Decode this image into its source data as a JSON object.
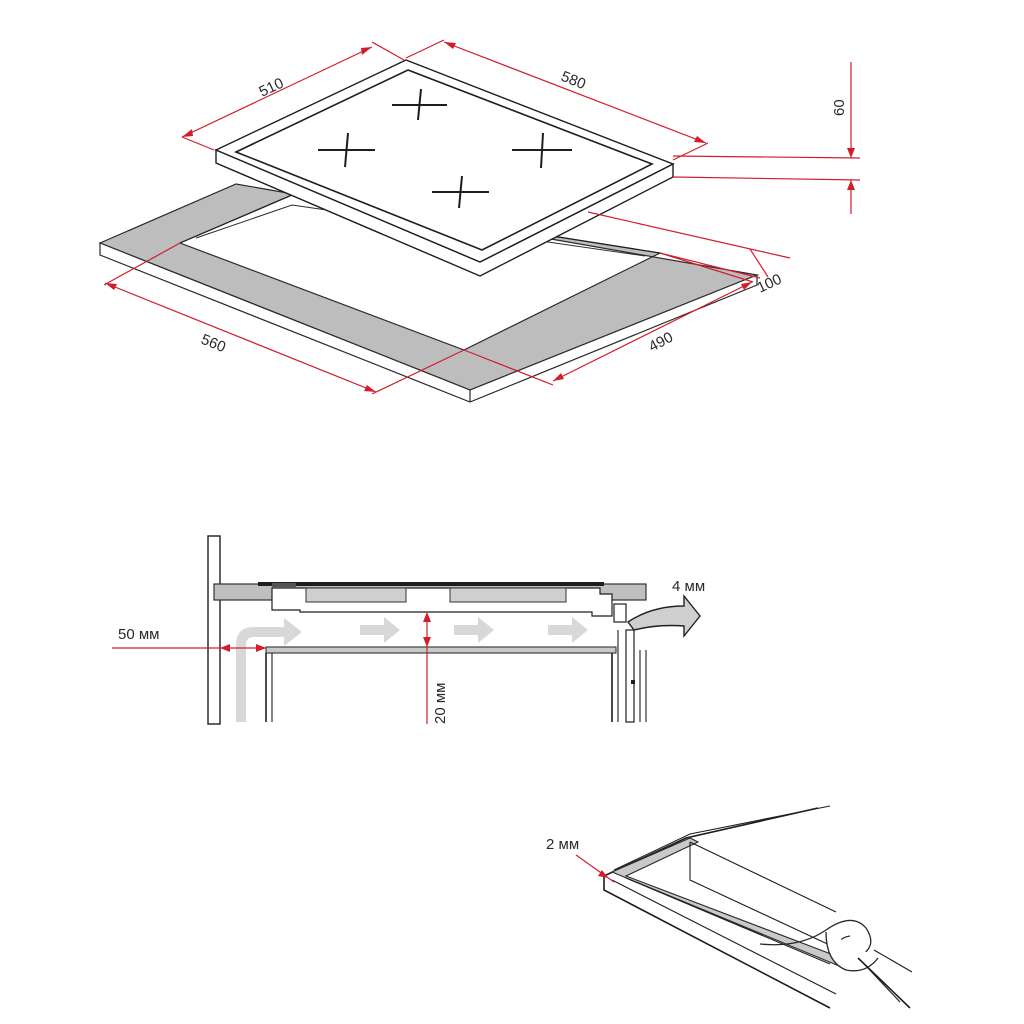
{
  "figure1": {
    "dim_hob_depth": "510",
    "dim_hob_width": "580",
    "dim_height": "60",
    "dim_front_gap": "100",
    "dim_cutout_width": "560",
    "dim_cutout_depth": "490"
  },
  "figure2": {
    "gap_back": "50 мм",
    "gap_under": "20 мм",
    "gap_front": "4 мм"
  },
  "figure3": {
    "seal_thickness": "2 мм"
  },
  "colors": {
    "dimension_line": "#d21e2b",
    "countertop": "#bdbdbd",
    "outline": "#1e1e1e",
    "airflow_arrow": "#d8d8d8"
  }
}
